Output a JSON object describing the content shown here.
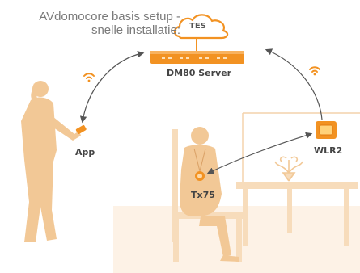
{
  "caption": {
    "line1": "AVdomocore basis setup -",
    "line2": "snelle installatie:"
  },
  "nodes": {
    "cloud": "TES",
    "server": "DM80 Server",
    "app": "App",
    "receiver": "WLR2",
    "transmitter": "Tx75"
  },
  "colors": {
    "orange": "#f29222",
    "light_orange": "#f8d3a3",
    "figure_fill": "#f2c896",
    "furniture": "#f7dcbb",
    "arrow": "#555555",
    "caption": "#7a7a7a"
  },
  "icons": [
    "cloud-icon",
    "server-rack-icon",
    "wifi-icon",
    "phone-icon",
    "wall-receiver-icon",
    "pendant-icon"
  ]
}
